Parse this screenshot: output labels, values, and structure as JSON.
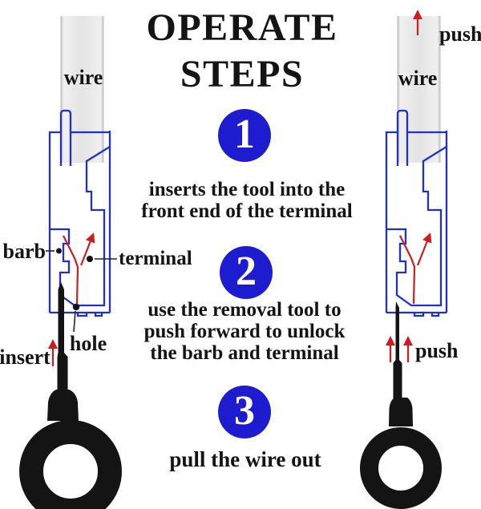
{
  "title": {
    "line1": "OPERATE",
    "line2": "STEPS"
  },
  "steps": [
    {
      "number": "1",
      "lines": [
        "inserts the tool into the",
        "front end of the terminal"
      ]
    },
    {
      "number": "2",
      "lines": [
        "use the removal tool to",
        "push forward to unlock",
        "the barb and terminal"
      ]
    },
    {
      "number": "3",
      "lines": [
        "pull the wire out"
      ]
    }
  ],
  "left_diagram": {
    "wire_label": "wire",
    "barb_label": "barb",
    "terminal_label": "terminal",
    "hole_label": "hole",
    "insert_label": "insert"
  },
  "right_diagram": {
    "wire_label": "wire",
    "push_top_label": "push",
    "push_bottom_label": "push"
  },
  "colors": {
    "step_circle_blue": "#1d1dcf",
    "terminal_outline_blue": "#2030cf",
    "arrow_red": "#cc1e1e",
    "tool_black": "#141414",
    "text_black": "#141414"
  }
}
